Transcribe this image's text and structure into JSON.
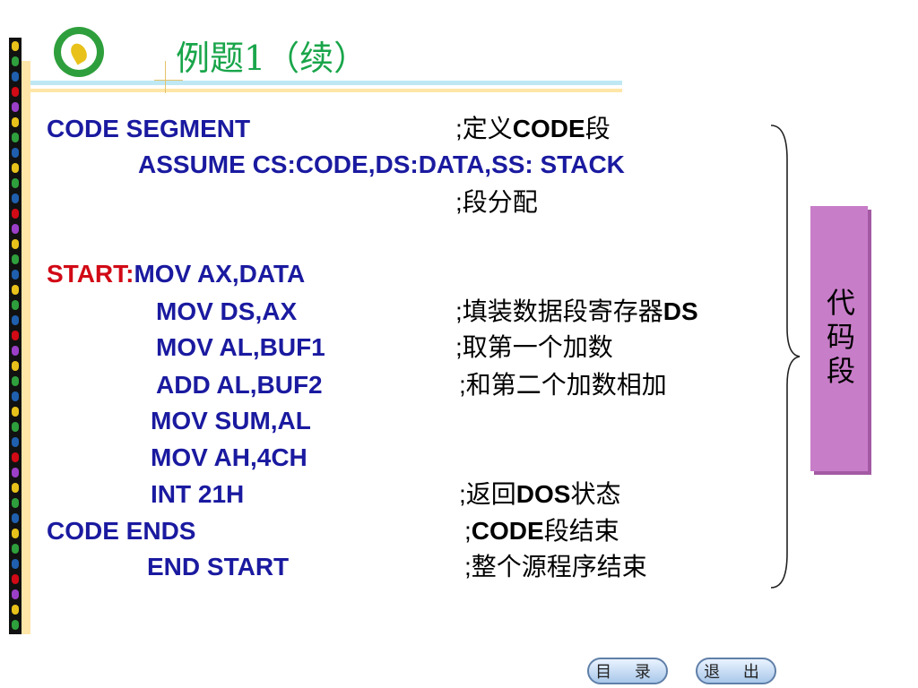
{
  "title": "例题1（续）",
  "code_lines": [
    {
      "label": "",
      "text": "CODE SEGMENT",
      "comment_pre": ";定义",
      "comment_bold": "CODE",
      "comment_post": "段"
    },
    {
      "label": "",
      "text": "ASSUME    CS:CODE,DS:DATA,SS: STACK",
      "comment_pre": "",
      "comment_bold": "",
      "comment_post": ""
    },
    {
      "label": "",
      "text": "",
      "comment_pre": ";段分配",
      "comment_bold": "",
      "comment_post": ""
    },
    {
      "label": "START:",
      "text": "MOV AX,DATA",
      "comment_pre": "",
      "comment_bold": "",
      "comment_post": ""
    },
    {
      "label": "",
      "text": "MOV DS,AX",
      "comment_pre": ";填装数据段寄存器",
      "comment_bold": "DS",
      "comment_post": ""
    },
    {
      "label": "",
      "text": "MOV AL,BUF1",
      "comment_pre": ";取第一个加数",
      "comment_bold": "",
      "comment_post": ""
    },
    {
      "label": "",
      "text": "ADD AL,BUF2",
      "comment_pre": ";和第二个加数相加",
      "comment_bold": "",
      "comment_post": ""
    },
    {
      "label": "",
      "text": "MOV SUM,AL",
      "comment_pre": "",
      "comment_bold": "",
      "comment_post": ""
    },
    {
      "label": "",
      "text": "MOV AH,4CH",
      "comment_pre": "",
      "comment_bold": "",
      "comment_post": ""
    },
    {
      "label": "",
      "text": "INT  21H",
      "comment_pre": ";返回",
      "comment_bold": "DOS",
      "comment_post": "状态"
    },
    {
      "label": "",
      "text": "CODE  ENDS",
      "comment_pre": ";",
      "comment_bold": "CODE",
      "comment_post": "段结束"
    },
    {
      "label": "",
      "text": "END START",
      "comment_pre": ";整个源程序结束",
      "comment_bold": "",
      "comment_post": ""
    }
  ],
  "side_label": "代码段",
  "nav": {
    "toc_label": "目 录",
    "exit_label": "退 出"
  },
  "colors": {
    "code": "#1a1aa0",
    "label": "#d10a16",
    "title": "#19a54a",
    "side_box": "#c87dc8"
  },
  "icons": {
    "logo": "school-logo-icon"
  }
}
